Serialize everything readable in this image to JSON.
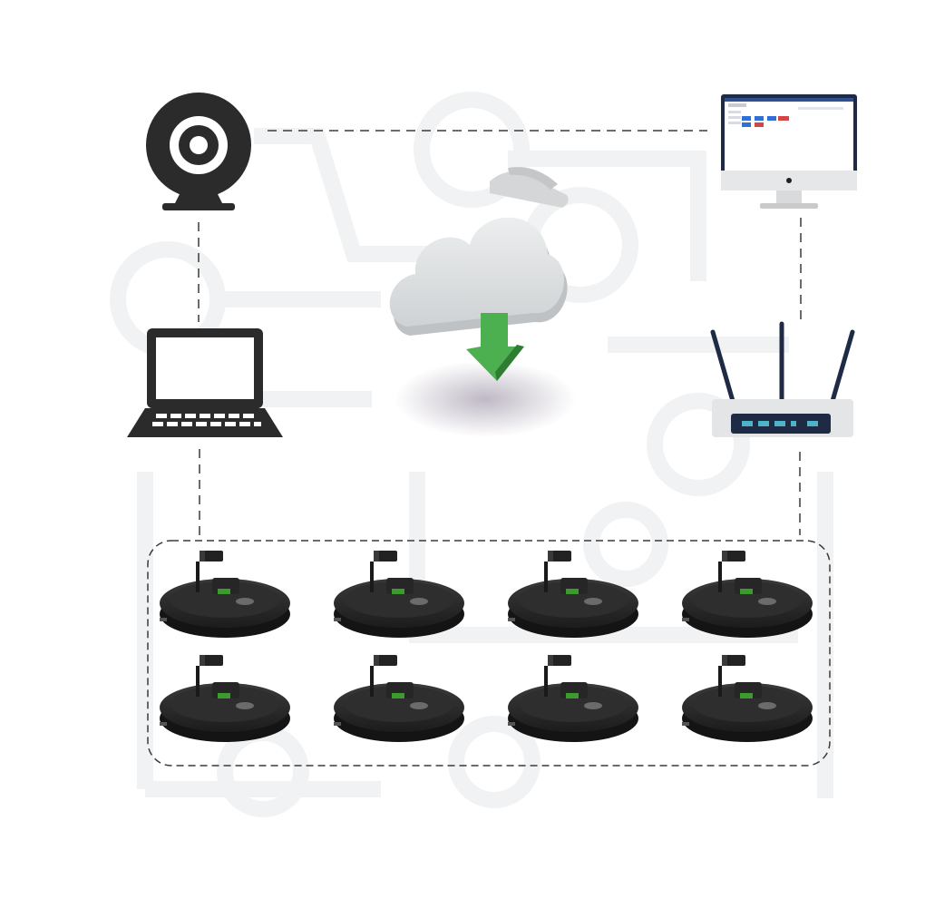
{
  "diagram": {
    "nodes": [
      {
        "id": "webcam",
        "icon": "webcam-icon"
      },
      {
        "id": "monitor",
        "icon": "desktop-monitor-icon"
      },
      {
        "id": "cloud",
        "icon": "cloud-download-icon"
      },
      {
        "id": "laptop",
        "icon": "laptop-icon"
      },
      {
        "id": "router",
        "icon": "wifi-router-icon"
      },
      {
        "id": "robot-group",
        "icon": "robot-vacuum-icon",
        "count": 8,
        "rows": 2,
        "columns": 4
      }
    ],
    "connections": [
      {
        "from": "webcam",
        "to": "monitor",
        "style": "dashed"
      },
      {
        "from": "webcam",
        "to": "laptop",
        "style": "dashed"
      },
      {
        "from": "monitor",
        "to": "router",
        "style": "dashed"
      },
      {
        "from": "laptop",
        "to": "robot-group",
        "style": "dashed"
      },
      {
        "from": "router",
        "to": "robot-group",
        "style": "dashed"
      }
    ],
    "colors": {
      "device_dark": "#2b2b2b",
      "cloud": "#dcdedf",
      "arrow": "#4caf50",
      "monitor_button": "#2f6fd6",
      "monitor_button_alert": "#d64545",
      "router_led": "#4fb3c8",
      "robot_accent": "#3c9a2f",
      "background_circuit": "#f1f2f3"
    }
  }
}
